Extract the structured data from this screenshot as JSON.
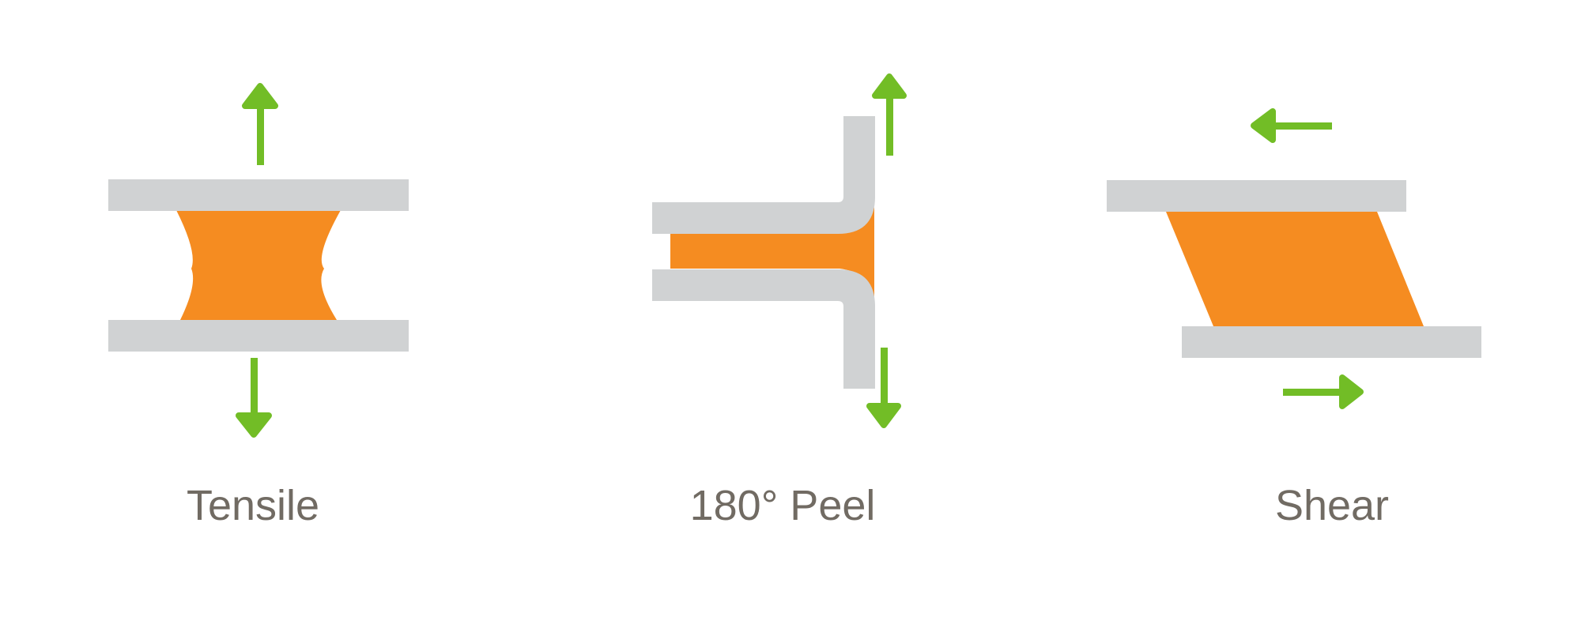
{
  "colors": {
    "substrate": "#d0d2d3",
    "adhesive": "#f58c21",
    "force_arrow": "#72bd26",
    "label_text": "#716b63",
    "background": "#ffffff"
  },
  "panels": [
    {
      "id": "tensile",
      "label": "Tensile"
    },
    {
      "id": "peel",
      "label": "180° Peel"
    },
    {
      "id": "shear",
      "label": "Shear"
    }
  ]
}
